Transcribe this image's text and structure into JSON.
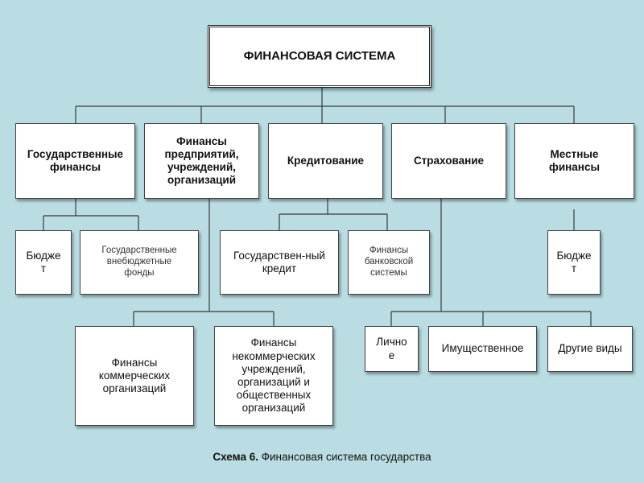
{
  "root": {
    "label": "ФИНАНСОВАЯ СИСТЕМА"
  },
  "level1": [
    "Государственные\nфинансы",
    "Финансы\nпредприятий,\nучреждений,\nорганизаций",
    "Кредитование",
    "Страхование",
    "Местные\nфинансы"
  ],
  "gov_children": [
    "Бюдже\nт",
    "Государственные\nвнебюджетные\nфонды"
  ],
  "enterprise_children": [
    "Финансы\nкоммерческих\nорганизаций",
    "Финансы\nнекоммерческих\nучреждений,\nорганизаций и\nобщественных\nорганизаций"
  ],
  "credit_children": [
    "Государствен-ный\nкредит",
    "Финансы\nбанковской\nсистемы"
  ],
  "insurance_children": [
    "Лично\nе",
    "Имущественное",
    "Другие виды"
  ],
  "local_children": [
    "Бюдже\nт"
  ],
  "caption": {
    "label": "Схема 6.",
    "text": " Финансовая система государства"
  }
}
